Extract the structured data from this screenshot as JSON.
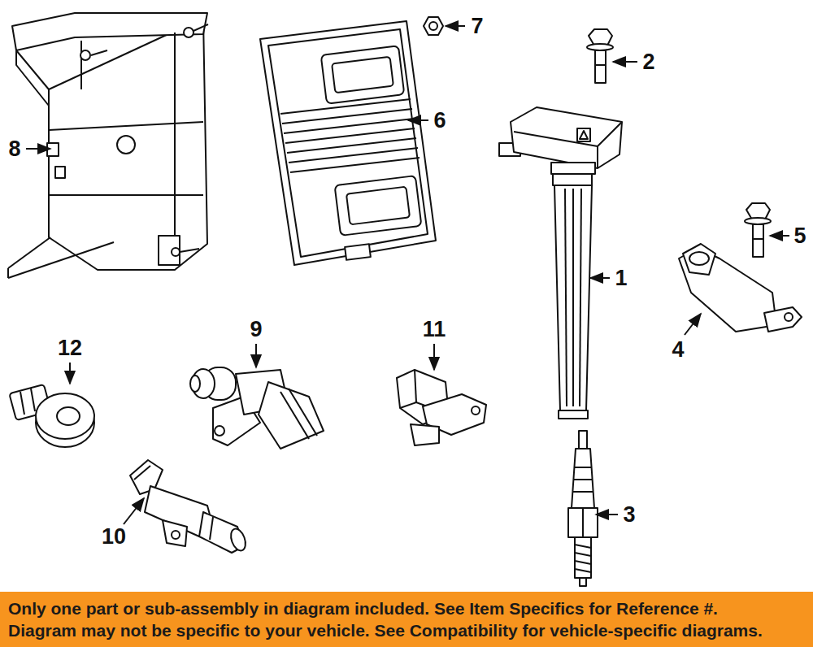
{
  "diagram": {
    "nodes": [
      {
        "text": [
          "Only one part or sub-assembly in diagram included. See Item Specifics for Reference #.",
          "Diagram may not be specific to your vehicle. See Compatibility for vehicle-specific diagrams."
        ]
      }
    ],
    "labels": [
      "8",
      "7",
      "6",
      "2",
      "1",
      "5",
      "4",
      "12",
      "9",
      "11",
      "10",
      "3"
    ]
  }
}
